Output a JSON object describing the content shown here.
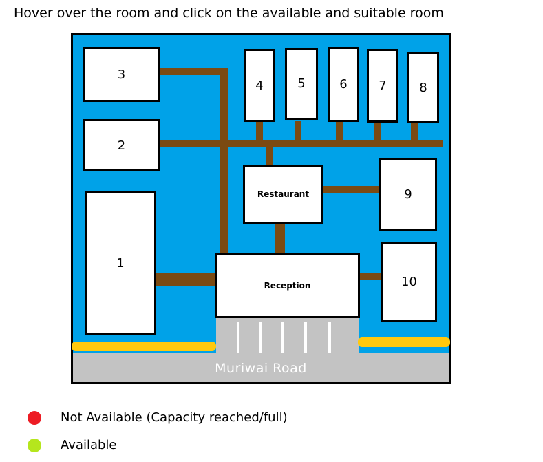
{
  "instruction": "Hover over the room and click on the available and suitable room",
  "rooms": {
    "r1": "1",
    "r2": "2",
    "r3": "3",
    "r4": "4",
    "r5": "5",
    "r6": "6",
    "r7": "7",
    "r8": "8",
    "r9": "9",
    "r10": "10"
  },
  "restaurant": "Restaurant",
  "reception": "Reception",
  "road": "Muriwai Road",
  "legend": {
    "not_available": "Not Available (Capacity reached/full)",
    "available": "Available",
    "not_available_color": "#ed1c24",
    "available_color": "#b5e61d"
  }
}
